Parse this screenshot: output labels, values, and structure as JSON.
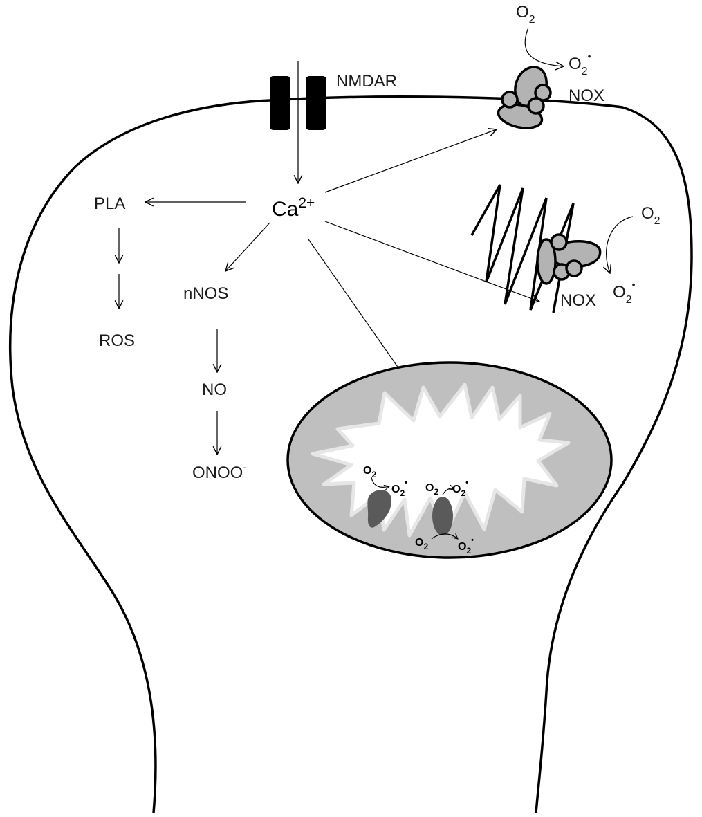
{
  "labels": {
    "nmdar": "NMDAR",
    "nox_membrane": "NOX",
    "nox_internal": "NOX",
    "calcium_base": "Ca",
    "calcium_charge": "2+",
    "pla": "PLA",
    "ros": "ROS",
    "nnos": "nNOS",
    "no": "NO",
    "onoo_base": "ONOO",
    "onoo_charge": "-",
    "o2": "O",
    "o2_sub": "2",
    "superoxide_dot": "•"
  },
  "colors": {
    "outline": "#000000",
    "nox_fill": "#b3b3b3",
    "mito_outer": "#bfbfbf",
    "mito_inner": "#ffffff",
    "mito_crista_edge": "#e6e6e6",
    "complex_fill": "#5a5a5a",
    "channel_fill": "#000000"
  }
}
